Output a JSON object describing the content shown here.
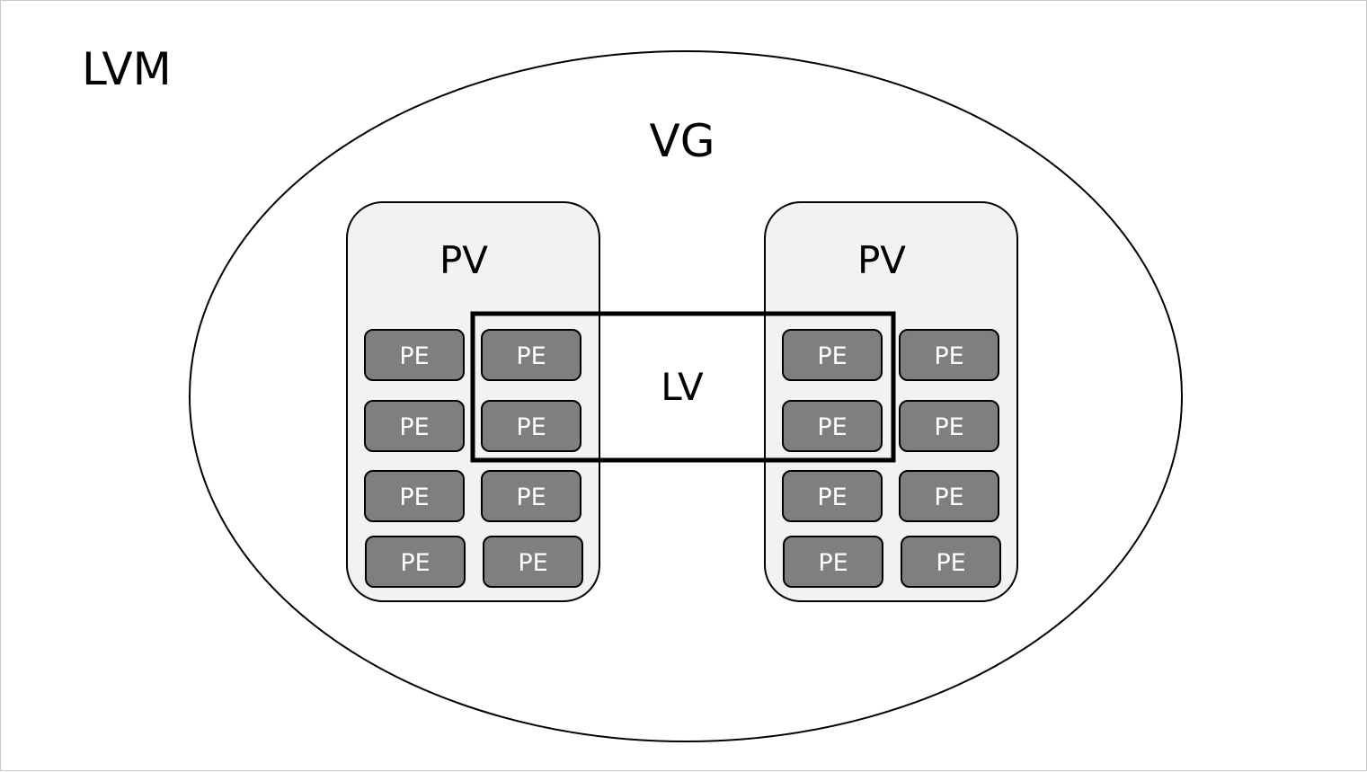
{
  "title": "LVM",
  "vg": {
    "label": "VG"
  },
  "lv": {
    "label": "LV"
  },
  "pvs": [
    {
      "label": "PV",
      "extents": [
        "PE",
        "PE",
        "PE",
        "PE",
        "PE",
        "PE",
        "PE",
        "PE"
      ]
    },
    {
      "label": "PV",
      "extents": [
        "PE",
        "PE",
        "PE",
        "PE",
        "PE",
        "PE",
        "PE",
        "PE"
      ]
    }
  ],
  "colors": {
    "pv_fill": "#f2f2f2",
    "pe_fill": "#7f7f7f",
    "pe_text": "#ffffff",
    "stroke": "#000000"
  }
}
